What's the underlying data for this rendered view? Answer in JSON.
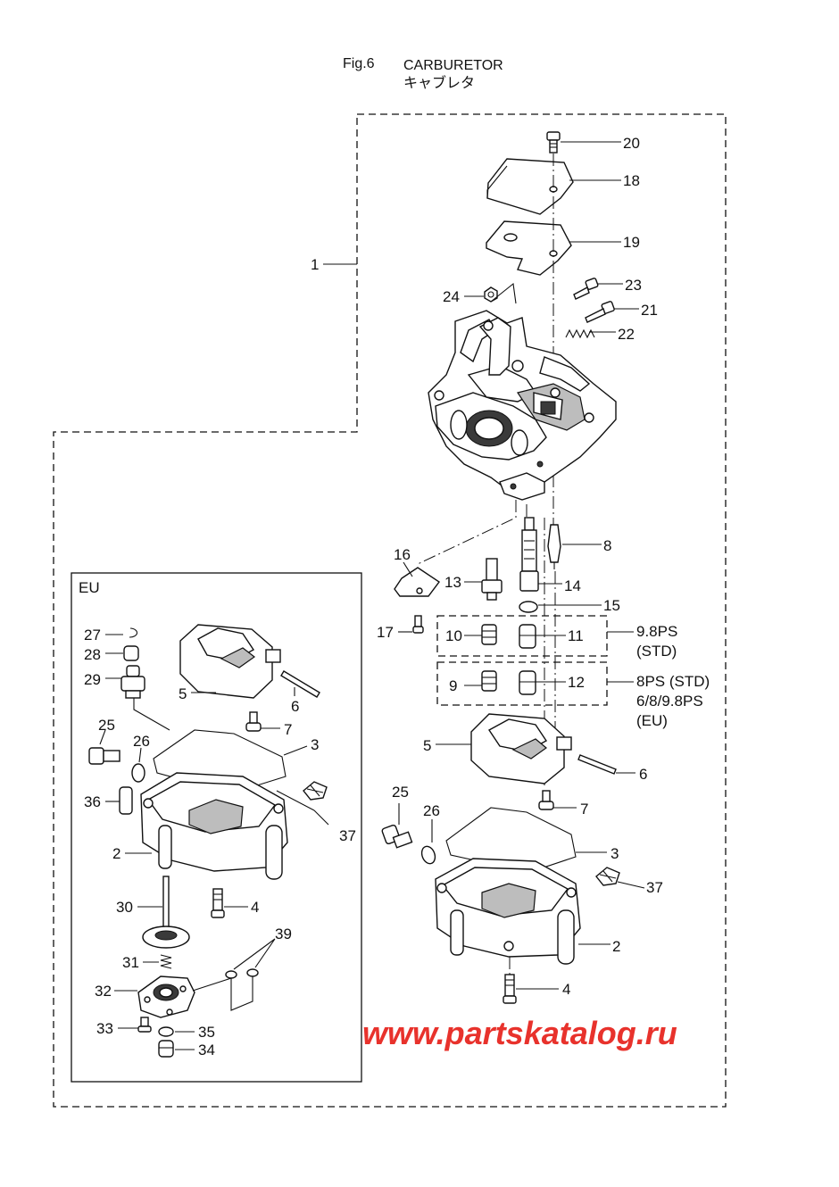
{
  "header": {
    "fig": "Fig.6",
    "title": "CARBURETOR",
    "title_jp": "キャブレタ"
  },
  "callouts": {
    "c1": "1",
    "c2": "2",
    "c3": "3",
    "c4": "4",
    "c5": "5",
    "c6": "6",
    "c7": "7",
    "c8": "8",
    "c9": "9",
    "c10": "10",
    "c11": "11",
    "c12": "12",
    "c13": "13",
    "c14": "14",
    "c15": "15",
    "c16": "16",
    "c17": "17",
    "c18": "18",
    "c19": "19",
    "c20": "20",
    "c21": "21",
    "c22": "22",
    "c23": "23",
    "c24": "24",
    "c25": "25",
    "c26": "26",
    "c37": "37"
  },
  "eu_box": {
    "title": "EU",
    "callouts": {
      "c2": "2",
      "c3": "3",
      "c4": "4",
      "c5": "5",
      "c6": "6",
      "c7": "7",
      "c25": "25",
      "c26": "26",
      "c27": "27",
      "c28": "28",
      "c29": "29",
      "c30": "30",
      "c31": "31",
      "c32": "32",
      "c33": "33",
      "c34": "34",
      "c35": "35",
      "c36": "36",
      "c37": "37",
      "c39": "39"
    }
  },
  "variants": {
    "v1_line1": "9.8PS",
    "v1_line2": "(STD)",
    "v2_line1": "8PS (STD)",
    "v2_line2": "6/8/9.8PS",
    "v2_line3": "(EU)"
  },
  "watermark": "www.partskatalog.ru"
}
